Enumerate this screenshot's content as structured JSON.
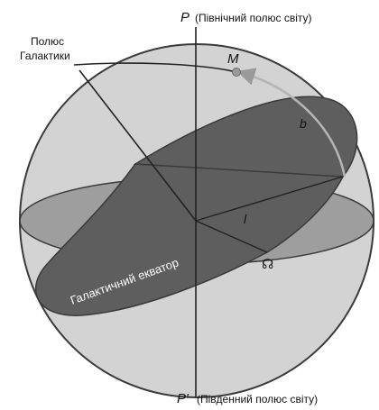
{
  "figure": {
    "pole_p_letter": "P",
    "pole_p_text": "(Північний полюс світу)",
    "pole_p_prime_letter": "P′",
    "pole_p_prime_text": "(Південний полюс світу)",
    "galactic_pole_line1": "Полюс",
    "galactic_pole_line2": "Галактики",
    "point_m": "M",
    "arc_b": "b",
    "arc_l": "l",
    "node_symbol": "☊",
    "galactic_equator_label": "Галактичний екватор"
  },
  "colors": {
    "sphere_fill": "#d3d3d3",
    "sphere_stroke": "#3a3a3a",
    "celestial_equator_fill": "#9e9e9e",
    "galactic_plane_fill": "#5e5e5e",
    "arc_color": "#b5b5b5"
  }
}
